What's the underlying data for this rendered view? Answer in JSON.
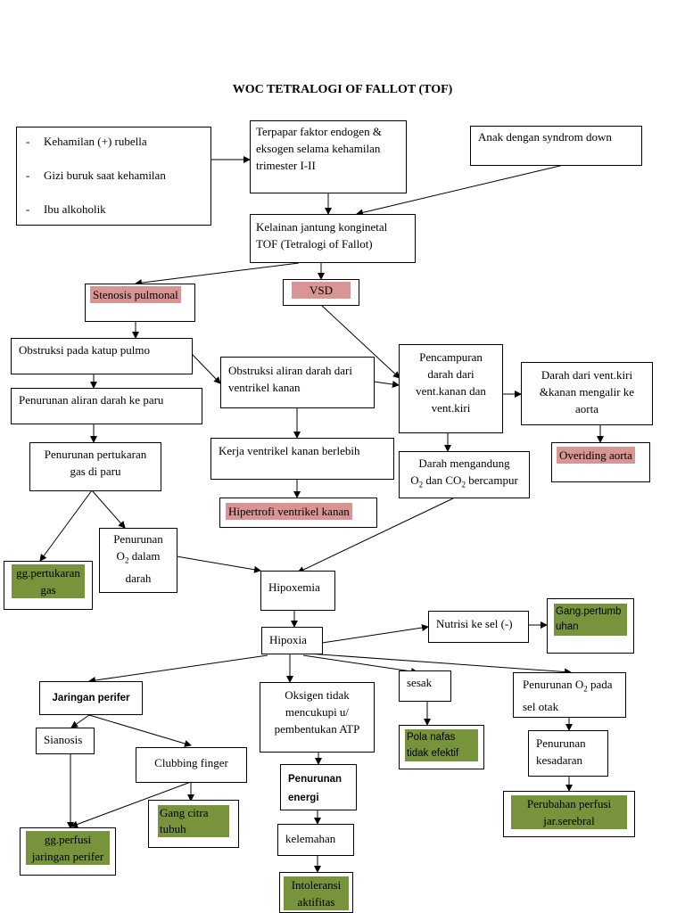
{
  "title": "WOC TETRALOGI OF FALLOT (TOF)",
  "causes": [
    "Kehamilan (+) rubella",
    "Gizi buruk saat kehamilan",
    "Ibu alkoholik"
  ],
  "nodes": {
    "terpapar": "Terpapar faktor endogen & eksogen selama kehamilan trimester I-II",
    "syndrom_down": "Anak dengan syndrom down",
    "kelainan": "Kelainan jantung konginetal TOF (Tetralogi of Fallot)",
    "stenosis": "Stenosis pulmonal",
    "vsd": "VSD",
    "obstruksi_katup": "Obstruksi pada katup pulmo",
    "penurunan_aliran": "Penurunan aliran darah ke paru",
    "penurunan_pertukaran": "Penurunan pertukaran gas di paru",
    "obstruksi_aliran": "Obstruksi aliran darah dari ventrikel kanan",
    "kerja_ventrikel": "Kerja ventrikel kanan berlebih",
    "hipertrofi": "Hipertrofi ventrikel kanan",
    "pencampuran": "Pencampuran darah dari vent.kanan dan vent.kiri",
    "darah_aorta": "Darah dari vent.kiri &kanan mengalir ke aorta",
    "overiding": "Overiding aorta",
    "darah_mengandung_a": "Darah  mengandung",
    "darah_mengandung_b": "O",
    "darah_mengandung_c": "2",
    "darah_mengandung_d": " dan CO",
    "darah_mengandung_e": "2",
    "darah_mengandung_f": " bercampur",
    "gg_pertukaran": "gg.pertukaran gas",
    "penurunan_o2_a": "Penurunan",
    "penurunan_o2_b": "O",
    "penurunan_o2_c": "2",
    "penurunan_o2_d": " dalam",
    "penurunan_o2_e": "darah",
    "hipoxemia": "Hipoxemia",
    "hipoxia": "Hipoxia",
    "nutrisi": "Nutrisi ke sel (-)",
    "gang_pertumbuhan": "Gang.pertumb uhan",
    "jaringan_perifer": "Jaringan perifer",
    "sianosis": "Sianosis",
    "clubbing": "Clubbing finger",
    "gg_perfusi": "gg.perfusi jaringan perifer",
    "gang_citra": "Gang citra tubuh",
    "oksigen_tidak": "Oksigen tidak mencukupi u/ pembentukan ATP",
    "penurunan_energi": "Penurunan energi",
    "kelemahan": "kelemahan",
    "intoleransi": "Intoleransi aktifitas",
    "sesak": "sesak",
    "pola_nafas": "Pola nafas tidak efektif",
    "penurunan_o2_otak_a": "Penurunan O",
    "penurunan_o2_otak_b": "2",
    "penurunan_o2_otak_c": " pada sel otak",
    "penurunan_kesadaran": "Penurunan kesadaran",
    "perubahan_perfusi": "Perubahan perfusi jar.serebral"
  },
  "colors": {
    "problem_pink": "#d99594",
    "diagnosis_green": "#77933c",
    "line": "#000000"
  }
}
